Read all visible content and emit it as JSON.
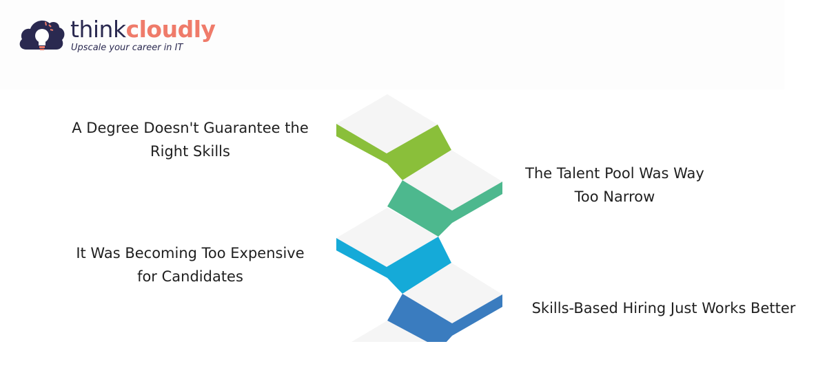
{
  "logo": {
    "brand_part1": "think",
    "brand_part2": "cloudly",
    "tagline": "Upscale your career in IT",
    "icon": "cloud-lightbulb-icon",
    "colors": {
      "navy": "#2a2950",
      "coral": "#ef7b6a"
    }
  },
  "diagram": {
    "type": "staircase",
    "steps": [
      {
        "label": "A Degree Doesn't Guarantee the Right Skills",
        "line1": "A Degree Doesn't Guarantee the",
        "line2": "Right Skills",
        "side": "left",
        "color": "#8abf3a"
      },
      {
        "label": "The Talent Pool Was Way Too Narrow",
        "line1": "The Talent Pool Was Way",
        "line2": "Too Narrow",
        "side": "right",
        "color": "#4db88e"
      },
      {
        "label": "It Was Becoming Too Expensive for Candidates",
        "line1": "It Was Becoming Too Expensive",
        "line2": "for Candidates",
        "side": "left",
        "color": "#15aad8"
      },
      {
        "label": "Skills-Based Hiring Just Works Better",
        "line1": "Skills-Based Hiring Just Works Better",
        "line2": "",
        "side": "right",
        "color": "#3a7cbf"
      }
    ],
    "top_face_color": "#f5f5f5"
  }
}
